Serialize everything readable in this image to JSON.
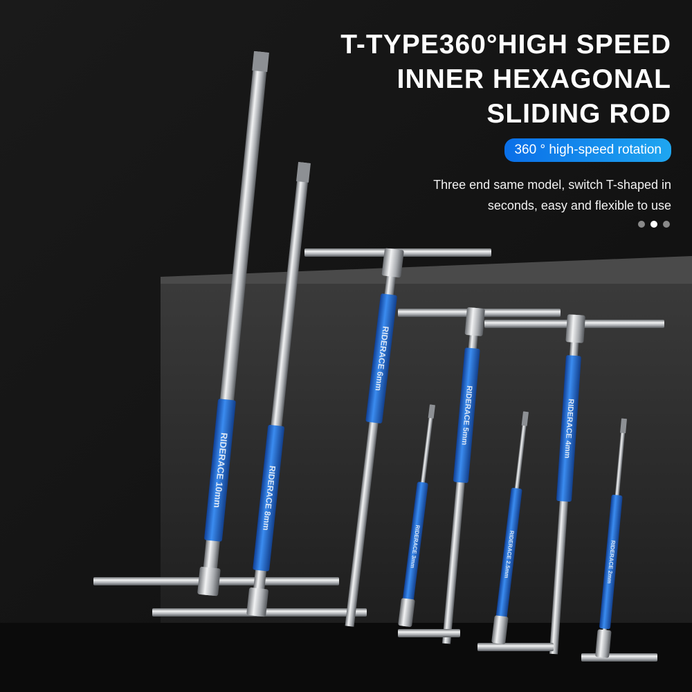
{
  "headline": {
    "lines": [
      "T-TYPE360°HIGH SPEED",
      "INNER HEXAGONAL",
      "SLIDING ROD"
    ]
  },
  "badge": {
    "label": "360 ° high-speed rotation",
    "colors": [
      "#0a6fe8",
      "#1fa6f0"
    ]
  },
  "description": {
    "lines": [
      "Three end same model, switch T-shaped in",
      "seconds, easy and flexible to use"
    ]
  },
  "carousel": {
    "count": 3,
    "active_index": 1
  },
  "brand": "RIDERACE",
  "tools": [
    {
      "size": "10mm"
    },
    {
      "size": "8mm"
    },
    {
      "size": "6mm"
    },
    {
      "size": "5mm"
    },
    {
      "size": "4mm"
    },
    {
      "size": "3mm"
    },
    {
      "size": "2.5mm"
    },
    {
      "size": "2mm"
    }
  ],
  "colors": {
    "background": "#151515",
    "sleeve": "#1f6fd6",
    "steel": "#c9ccd0"
  }
}
